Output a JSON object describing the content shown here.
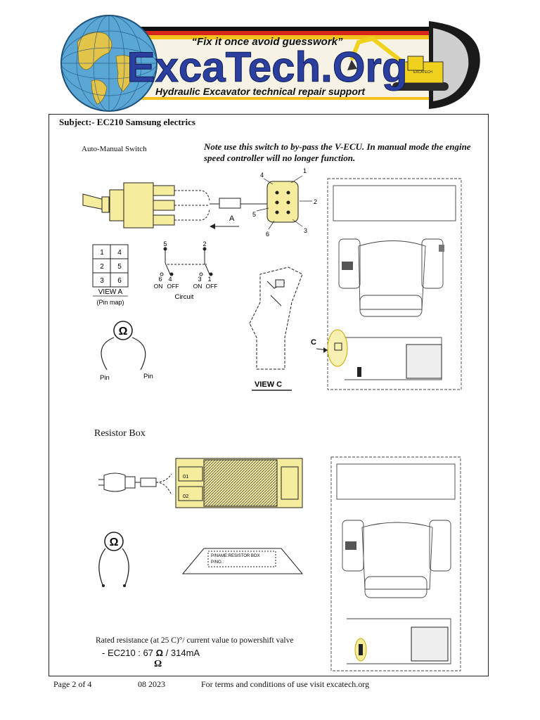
{
  "header": {
    "slogan": "“Fix it once avoid guesswork”",
    "brand": "ExcaTech.Org",
    "tagline": "Hydraulic Excavator technical repair support",
    "machine_decal": "EXCATECH"
  },
  "subject": "Subject:- EC210 Samsung electrics",
  "switch_section": {
    "title": "Auto-Manual Switch",
    "note": "Note use this switch to by-pass the V-ECU. In manual mode the engine speed controller will no longer function.",
    "arrow_label": "A",
    "connector_pins": [
      "1",
      "2",
      "3",
      "4",
      "5",
      "6"
    ],
    "pin_map": {
      "cells": [
        [
          "1",
          "4"
        ],
        [
          "2",
          "5"
        ],
        [
          "3",
          "6"
        ]
      ],
      "title": "VIEW A",
      "subtitle": "(Pin map)"
    },
    "circuit": {
      "top_pins": [
        "5",
        "2"
      ],
      "bottom_pins": [
        "6",
        "4",
        "3",
        "1"
      ],
      "states": [
        "ON",
        "OFF",
        "ON",
        "OFF"
      ],
      "caption": "Circuit"
    },
    "ohm_symbol": "Ω",
    "pin_labels": [
      "Pin",
      "Pin"
    ],
    "view_c_label": "VIEW C",
    "callout": "C"
  },
  "resistor_section": {
    "title": "Resistor Box",
    "terminal_labels": [
      "01",
      "02"
    ],
    "plate_text": [
      "P/NAME:RESISTOR BOX",
      "P/NO.:"
    ],
    "ohm_symbol": "Ω",
    "rated_text": "Rated resistance (at 25   C)°/ current value to powershift valve",
    "value_model": "- EC210 : 67",
    "value_ohm": "Ω",
    "value_current": "/ 314mA",
    "stray_ohm": "Ω"
  },
  "footer": {
    "page": "Page 2 of 4",
    "date": "08  2023",
    "terms": "For terms and conditions of use visit excatech.org"
  },
  "colors": {
    "brand_blue": "#2a3f9e",
    "highlight_yellow": "#f6ec9e",
    "stripe_red": "#d9261c",
    "stripe_yellow": "#f4c21a"
  }
}
